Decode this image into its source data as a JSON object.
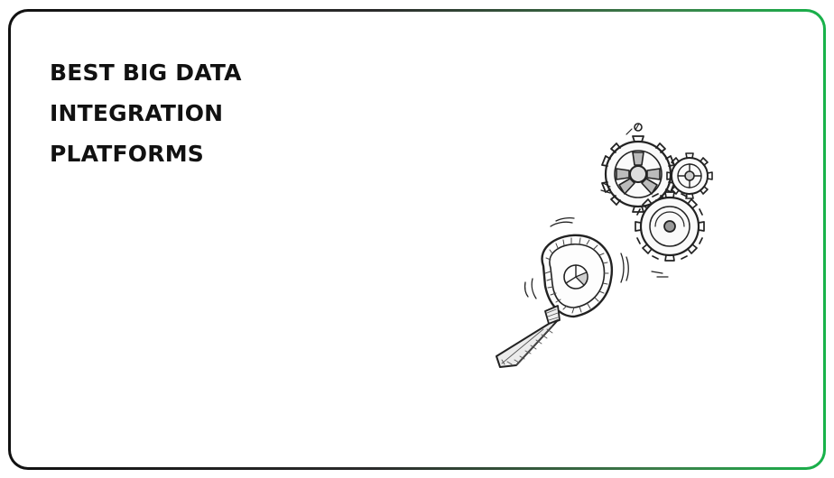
{
  "hero": {
    "title_lines": [
      "BEST BIG DATA",
      "INTEGRATION",
      "PLATFORMS"
    ]
  },
  "illustration": {
    "icons": [
      "gears-icon",
      "magnifying-glass-pie-chart-icon"
    ],
    "style": "hand-drawn sketch"
  },
  "colors": {
    "frame_dark": "#111111",
    "frame_green": "#18b24a",
    "text": "#111111",
    "background": "#ffffff"
  }
}
